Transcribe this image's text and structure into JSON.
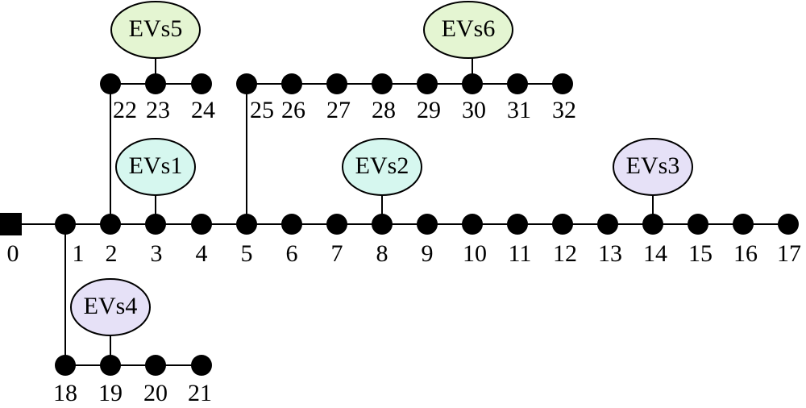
{
  "nodes": [
    {
      "id": "0",
      "label": "0",
      "shape": "square"
    },
    {
      "id": "1",
      "label": "1"
    },
    {
      "id": "2",
      "label": "2"
    },
    {
      "id": "3",
      "label": "3"
    },
    {
      "id": "4",
      "label": "4"
    },
    {
      "id": "5",
      "label": "5"
    },
    {
      "id": "6",
      "label": "6"
    },
    {
      "id": "7",
      "label": "7"
    },
    {
      "id": "8",
      "label": "8"
    },
    {
      "id": "9",
      "label": "9"
    },
    {
      "id": "10",
      "label": "10"
    },
    {
      "id": "11",
      "label": "11"
    },
    {
      "id": "12",
      "label": "12"
    },
    {
      "id": "13",
      "label": "13"
    },
    {
      "id": "14",
      "label": "14"
    },
    {
      "id": "15",
      "label": "15"
    },
    {
      "id": "16",
      "label": "16"
    },
    {
      "id": "17",
      "label": "17"
    },
    {
      "id": "18",
      "label": "18"
    },
    {
      "id": "19",
      "label": "19"
    },
    {
      "id": "20",
      "label": "20"
    },
    {
      "id": "21",
      "label": "21"
    },
    {
      "id": "22",
      "label": "22"
    },
    {
      "id": "23",
      "label": "23"
    },
    {
      "id": "24",
      "label": "24"
    },
    {
      "id": "25",
      "label": "25"
    },
    {
      "id": "26",
      "label": "26"
    },
    {
      "id": "27",
      "label": "27"
    },
    {
      "id": "28",
      "label": "28"
    },
    {
      "id": "29",
      "label": "29"
    },
    {
      "id": "30",
      "label": "30"
    },
    {
      "id": "31",
      "label": "31"
    },
    {
      "id": "32",
      "label": "32"
    }
  ],
  "edges": [
    [
      "0",
      "1"
    ],
    [
      "1",
      "2"
    ],
    [
      "2",
      "3"
    ],
    [
      "3",
      "4"
    ],
    [
      "4",
      "5"
    ],
    [
      "5",
      "6"
    ],
    [
      "6",
      "7"
    ],
    [
      "7",
      "8"
    ],
    [
      "8",
      "9"
    ],
    [
      "9",
      "10"
    ],
    [
      "10",
      "11"
    ],
    [
      "11",
      "12"
    ],
    [
      "12",
      "13"
    ],
    [
      "13",
      "14"
    ],
    [
      "14",
      "15"
    ],
    [
      "15",
      "16"
    ],
    [
      "16",
      "17"
    ],
    [
      "1",
      "18"
    ],
    [
      "18",
      "19"
    ],
    [
      "19",
      "20"
    ],
    [
      "20",
      "21"
    ],
    [
      "2",
      "22"
    ],
    [
      "22",
      "23"
    ],
    [
      "23",
      "24"
    ],
    [
      "5",
      "25"
    ],
    [
      "25",
      "26"
    ],
    [
      "26",
      "27"
    ],
    [
      "27",
      "28"
    ],
    [
      "28",
      "29"
    ],
    [
      "29",
      "30"
    ],
    [
      "30",
      "31"
    ],
    [
      "31",
      "32"
    ]
  ],
  "ev_stations": [
    {
      "label": "EVs1",
      "bus": "3",
      "fill": "#d6f7ef"
    },
    {
      "label": "EVs2",
      "bus": "8",
      "fill": "#d6f7ef"
    },
    {
      "label": "EVs3",
      "bus": "14",
      "fill": "#e6e1f7"
    },
    {
      "label": "EVs4",
      "bus": "19",
      "fill": "#e6e1f7"
    },
    {
      "label": "EVs5",
      "bus": "23",
      "fill": "#e4f5d2"
    },
    {
      "label": "EVs6",
      "bus": "30",
      "fill": "#e4f5d2"
    }
  ]
}
